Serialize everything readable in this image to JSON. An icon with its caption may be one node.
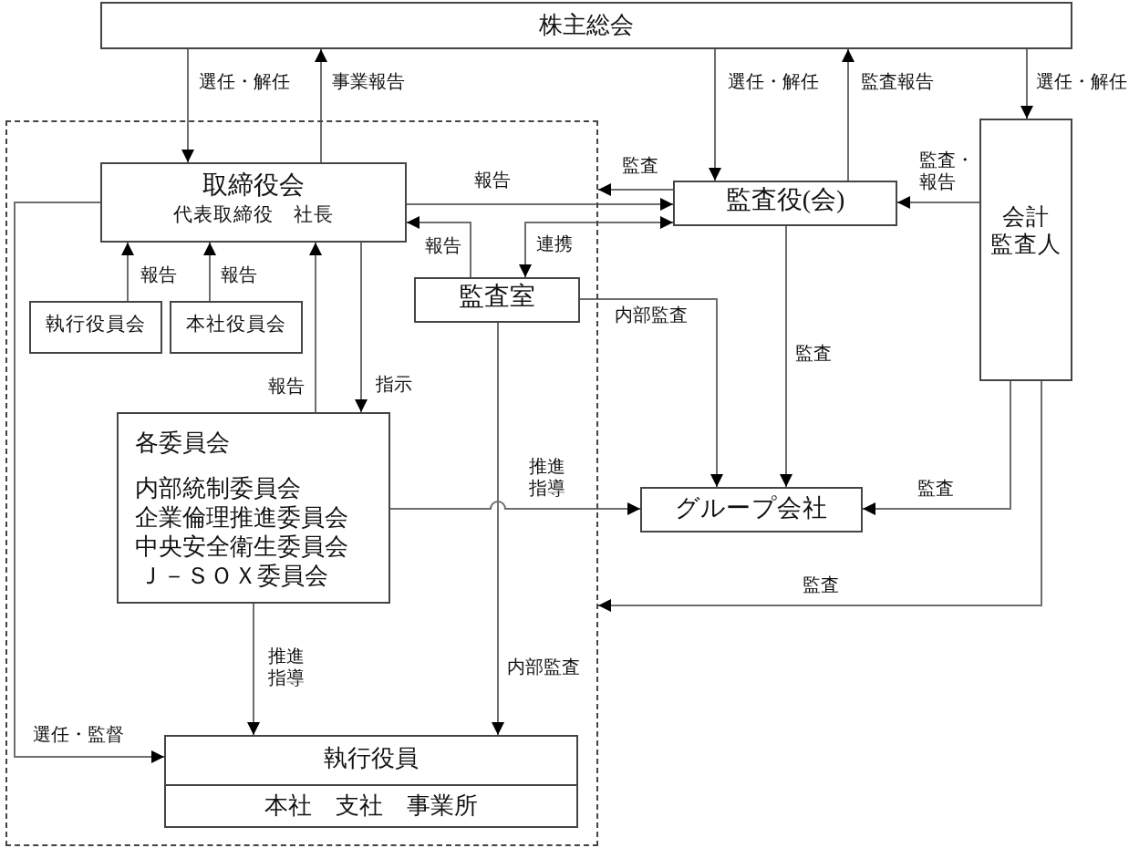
{
  "diagram": {
    "nodes": [
      {
        "text": [
          "株主総会"
        ]
      },
      {
        "text": [],
        "shape": "box"
      },
      {
        "text": [
          "取締役会",
          "代表取締役　社長"
        ],
        "in": 1
      },
      {
        "text": [
          "監査役(会)"
        ]
      },
      {
        "text": [
          "会計監査人"
        ]
      },
      {
        "text": [
          "執行役員会"
        ],
        "in": 1
      },
      {
        "text": [
          "本社役員会"
        ],
        "in": 1
      },
      {
        "text": [
          "監査室"
        ],
        "in": 1
      },
      {
        "text": [
          "各委員会",
          "内部統制委員会",
          "企業倫理推進委員会",
          "中央安全衛生委員会",
          "Ｊ－ＳＯＸ委員会"
        ],
        "in": 1
      },
      {
        "text": [
          "グループ会社"
        ]
      },
      {
        "text": [
          "執行役員",
          "本社　支社　事業所"
        ],
        "in": 1
      }
    ],
    "edges": [
      {
        "from": 0,
        "to": 2,
        "arrow": "to",
        "label": "選任・解任"
      },
      {
        "from": 2,
        "to": 0,
        "arrow": "to",
        "label": "事業報告"
      },
      {
        "from": 0,
        "to": 3,
        "arrow": "to",
        "label": "選任・解任"
      },
      {
        "from": 3,
        "to": 0,
        "arrow": "to",
        "label": "監査報告"
      },
      {
        "from": 0,
        "to": 4,
        "arrow": "to",
        "label": "選任・解任"
      },
      {
        "from": 2,
        "to": 3,
        "arrow": "to",
        "label": "報告"
      },
      {
        "from": 3,
        "to": 1,
        "arrow": "to",
        "label": "監査"
      },
      {
        "from": 7,
        "to": 3,
        "arrow": "both",
        "label": "連携"
      },
      {
        "from": 7,
        "to": 2,
        "arrow": "to",
        "label": "報告"
      },
      {
        "from": 4,
        "to": 3,
        "arrow": "to",
        "label": "監査・報告"
      },
      {
        "from": 5,
        "to": 2,
        "arrow": "to",
        "label": "報告"
      },
      {
        "from": 6,
        "to": 2,
        "arrow": "to",
        "label": "報告"
      },
      {
        "from": 8,
        "to": 2,
        "arrow": "to",
        "label": "報告"
      },
      {
        "from": 2,
        "to": 8,
        "arrow": "to",
        "label": "指示"
      },
      {
        "from": 7,
        "to": 9,
        "arrow": "to",
        "label": "内部監査"
      },
      {
        "from": 3,
        "to": 9,
        "arrow": "to",
        "label": "監査"
      },
      {
        "from": 4,
        "to": 9,
        "arrow": "to",
        "label": "監査"
      },
      {
        "from": 4,
        "to": 1,
        "arrow": "to",
        "label": "監査"
      },
      {
        "from": 8,
        "to": 9,
        "arrow": "to",
        "label": "推進指導"
      },
      {
        "from": 8,
        "to": 10,
        "arrow": "to",
        "label": "推進指導"
      },
      {
        "from": 7,
        "to": 10,
        "arrow": "to",
        "label": "内部監査"
      },
      {
        "from": 2,
        "to": 10,
        "arrow": "to",
        "label": "選任・監督"
      }
    ]
  }
}
